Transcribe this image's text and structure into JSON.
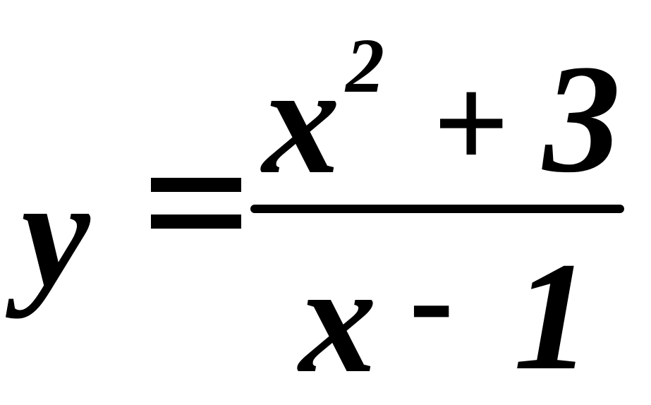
{
  "formula": {
    "lhs": "y",
    "numerator": {
      "variable": "x",
      "exponent": "2",
      "operator": "+",
      "constant": "3"
    },
    "denominator": {
      "variable": "x",
      "operator": "-",
      "constant": "1"
    }
  }
}
